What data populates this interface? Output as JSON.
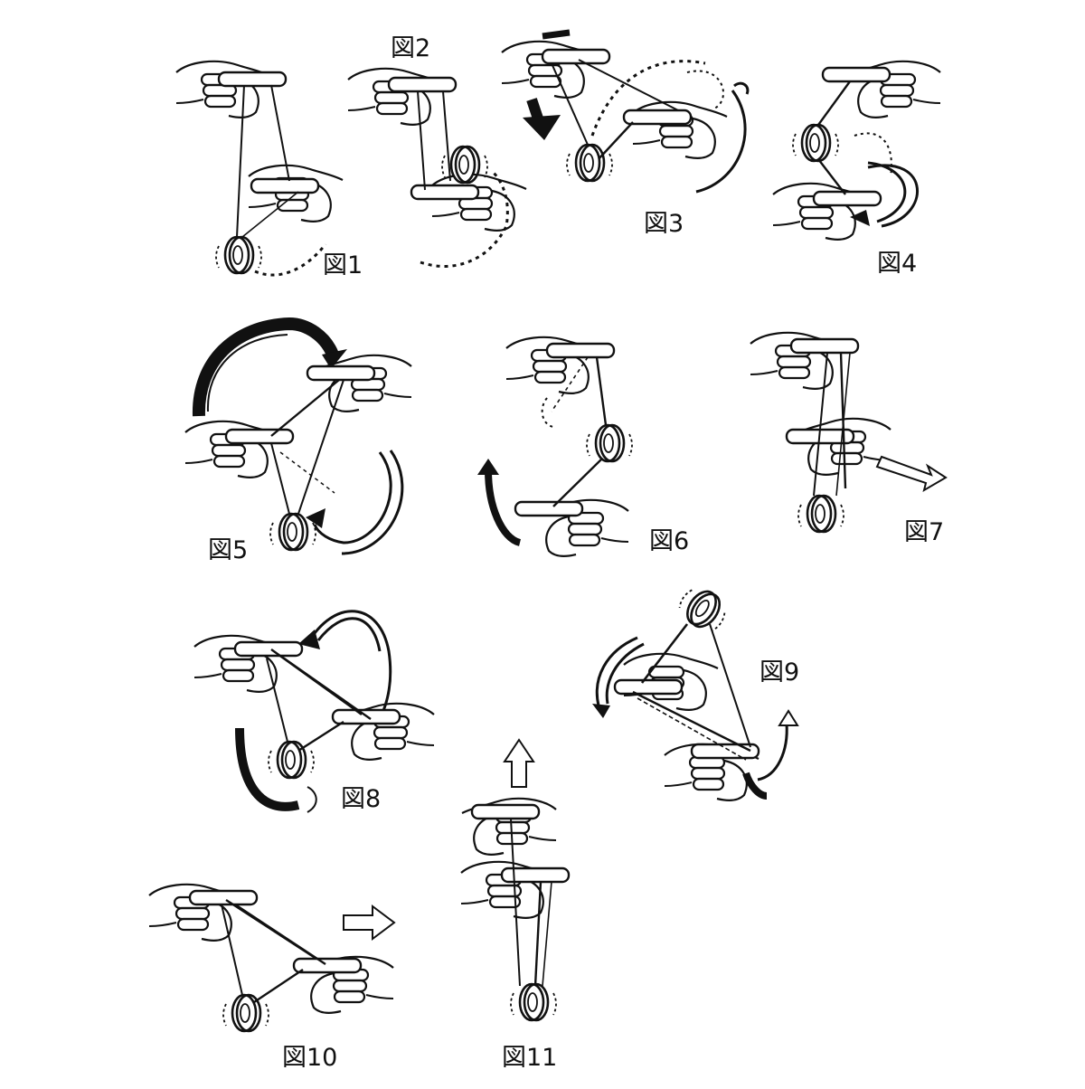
{
  "figures": [
    {
      "id": "fig1",
      "label": "図1"
    },
    {
      "id": "fig2",
      "label": "図2"
    },
    {
      "id": "fig3",
      "label": "図3"
    },
    {
      "id": "fig4",
      "label": "図4"
    },
    {
      "id": "fig5",
      "label": "図5"
    },
    {
      "id": "fig6",
      "label": "図6"
    },
    {
      "id": "fig7",
      "label": "図7"
    },
    {
      "id": "fig8",
      "label": "図8"
    },
    {
      "id": "fig9",
      "label": "図9"
    },
    {
      "id": "fig10",
      "label": "図10"
    },
    {
      "id": "fig11",
      "label": "図11"
    }
  ],
  "colors": {
    "ink": "#111111",
    "paper": "#ffffff"
  }
}
